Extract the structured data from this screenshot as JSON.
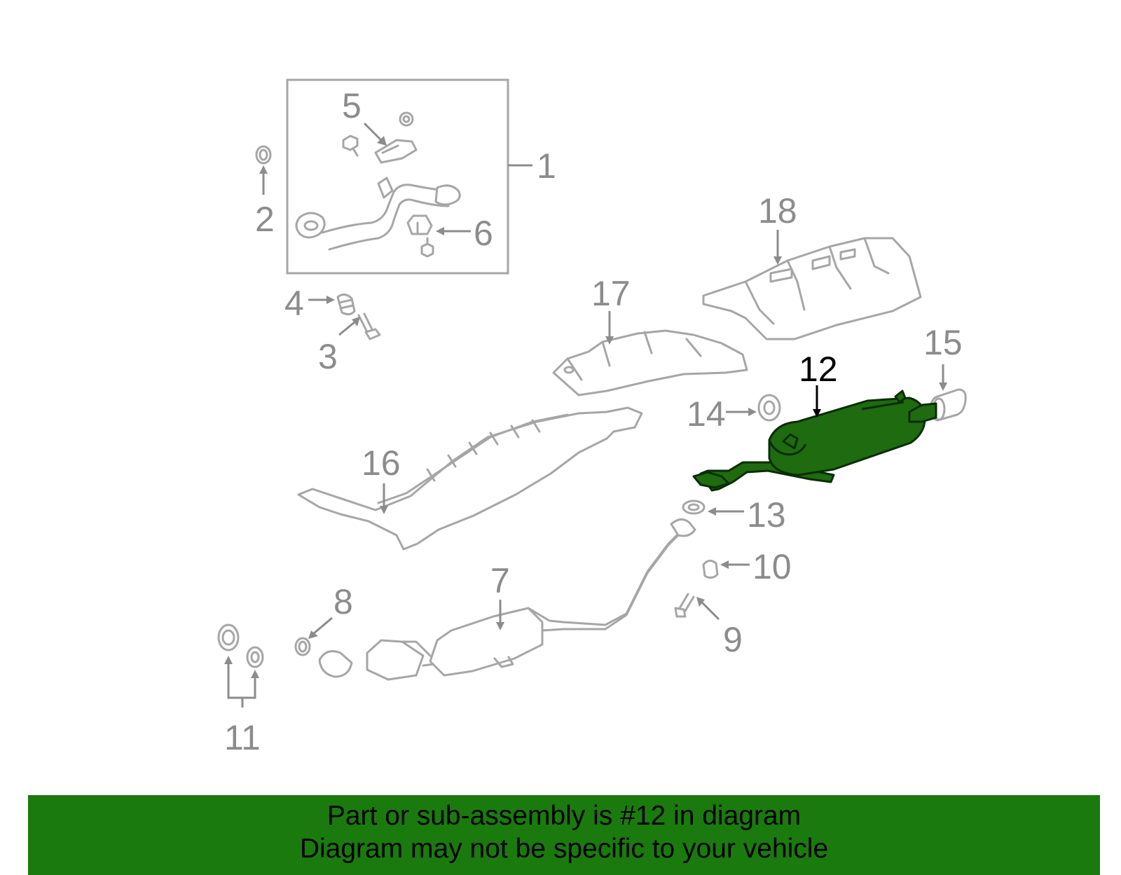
{
  "diagram": {
    "callouts": [
      {
        "id": "1",
        "text": "1"
      },
      {
        "id": "2",
        "text": "2"
      },
      {
        "id": "3",
        "text": "3"
      },
      {
        "id": "4",
        "text": "4"
      },
      {
        "id": "5",
        "text": "5"
      },
      {
        "id": "6",
        "text": "6"
      },
      {
        "id": "7",
        "text": "7"
      },
      {
        "id": "8",
        "text": "8"
      },
      {
        "id": "9",
        "text": "9"
      },
      {
        "id": "10",
        "text": "10"
      },
      {
        "id": "11",
        "text": "11"
      },
      {
        "id": "12",
        "text": "12",
        "highlighted": true
      },
      {
        "id": "13",
        "text": "13"
      },
      {
        "id": "14",
        "text": "14"
      },
      {
        "id": "15",
        "text": "15"
      },
      {
        "id": "16",
        "text": "16"
      },
      {
        "id": "17",
        "text": "17"
      },
      {
        "id": "18",
        "text": "18"
      }
    ],
    "highlight_color": "#1f6b10",
    "part_color": "#a6a6a6"
  },
  "banner": {
    "line1": "Part or sub-assembly is #12 in diagram",
    "line2": "Diagram may not be specific to your vehicle",
    "background": "#1a7a0e"
  }
}
